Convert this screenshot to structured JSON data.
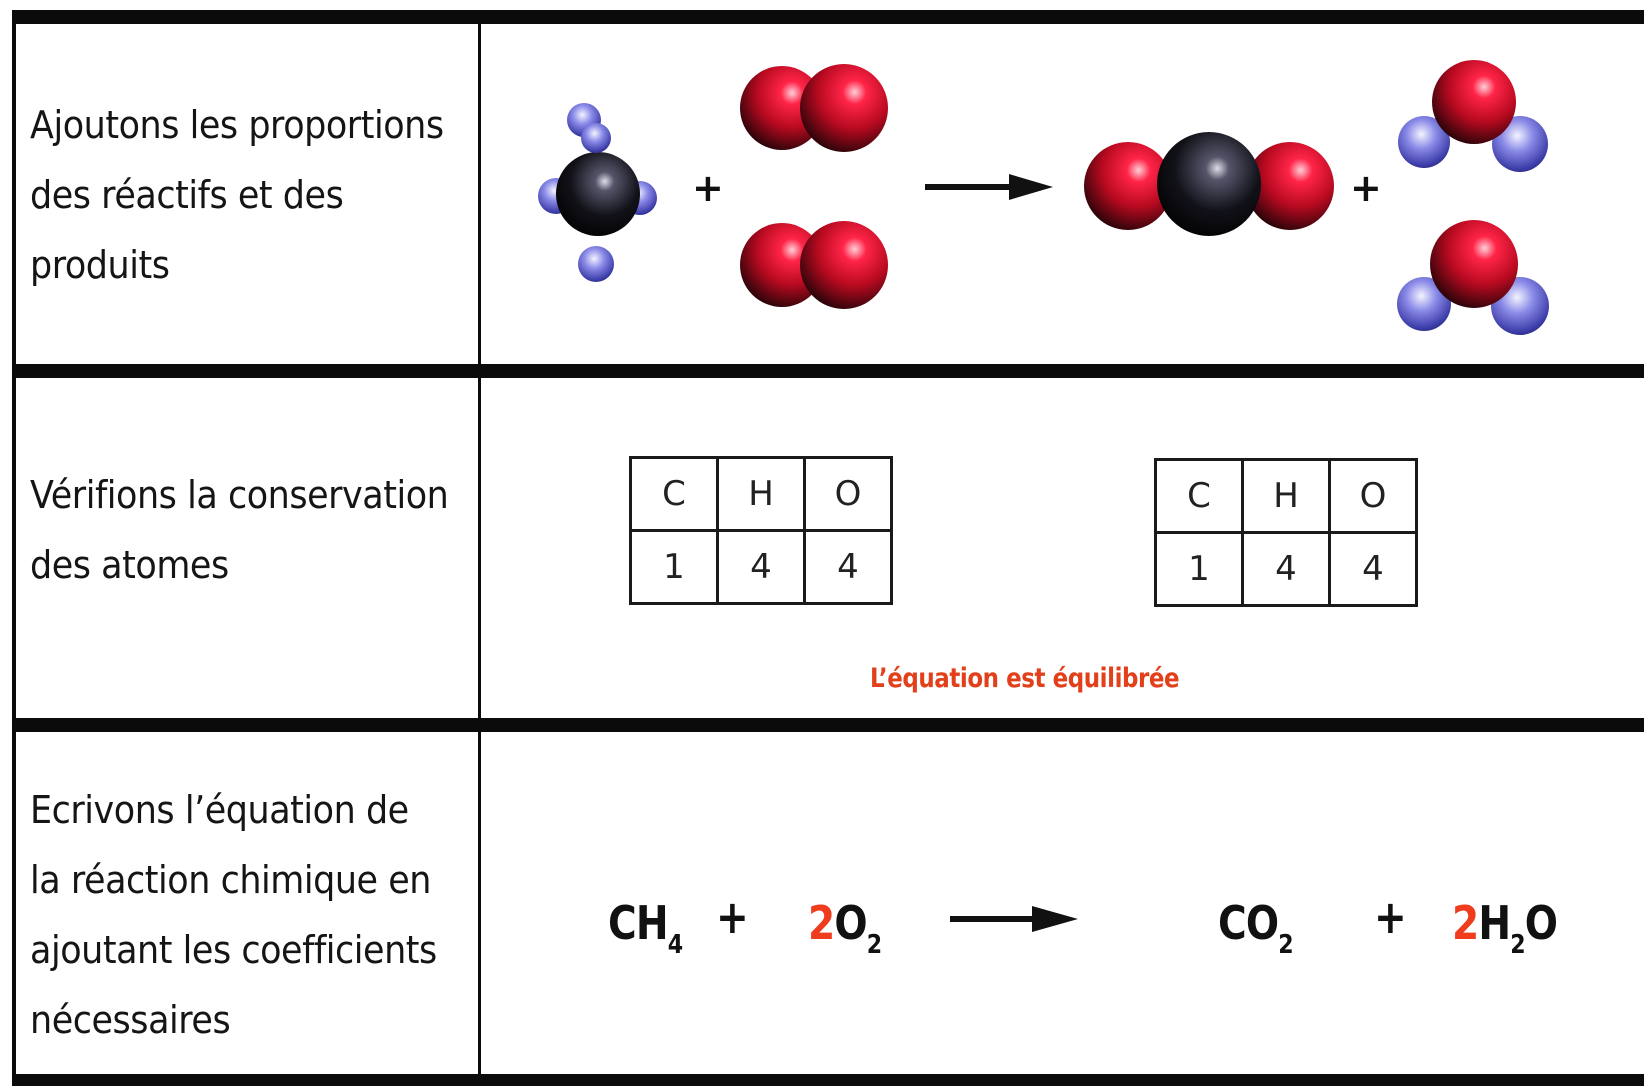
{
  "rows": [
    {
      "label": "Ajoutons les proportions\ndes réactifs et des\nproduits"
    },
    {
      "label": "Vérifions la conservation\ndes atomes"
    },
    {
      "label": "Ecrivons l’équation de\nla réaction chimique en\najoutant les coefficients\nnécessaires"
    }
  ],
  "molecules": {
    "plus_sign": "+",
    "reactants": [
      "methane-molecule",
      "oxygen-molecule",
      "oxygen-molecule"
    ],
    "products": [
      "carbon-dioxide-molecule",
      "water-molecule",
      "water-molecule"
    ]
  },
  "atom_tables": {
    "left": {
      "headers": [
        "C",
        "H",
        "O"
      ],
      "values": [
        "1",
        "4",
        "4"
      ]
    },
    "right": {
      "headers": [
        "C",
        "H",
        "O"
      ],
      "values": [
        "1",
        "4",
        "4"
      ]
    }
  },
  "verdict": "L’équation est équilibrée",
  "equation": {
    "r1_formula": "CH",
    "r1_sub": "4",
    "plus": "+",
    "r2_coef": "2",
    "r2_formula": "O",
    "r2_sub": "2",
    "p1_formula": "CO",
    "p1_sub": "2",
    "p2_coef": "2",
    "p2_formula_a": "H",
    "p2_sub": "2",
    "p2_formula_b": "O"
  },
  "colors": {
    "oxygen": "#d8102a",
    "carbon": "#0a0a0a",
    "hydrogen": "#4e4ec8",
    "coefficient": "#ee3c1c",
    "verdict": "#e2401a"
  }
}
